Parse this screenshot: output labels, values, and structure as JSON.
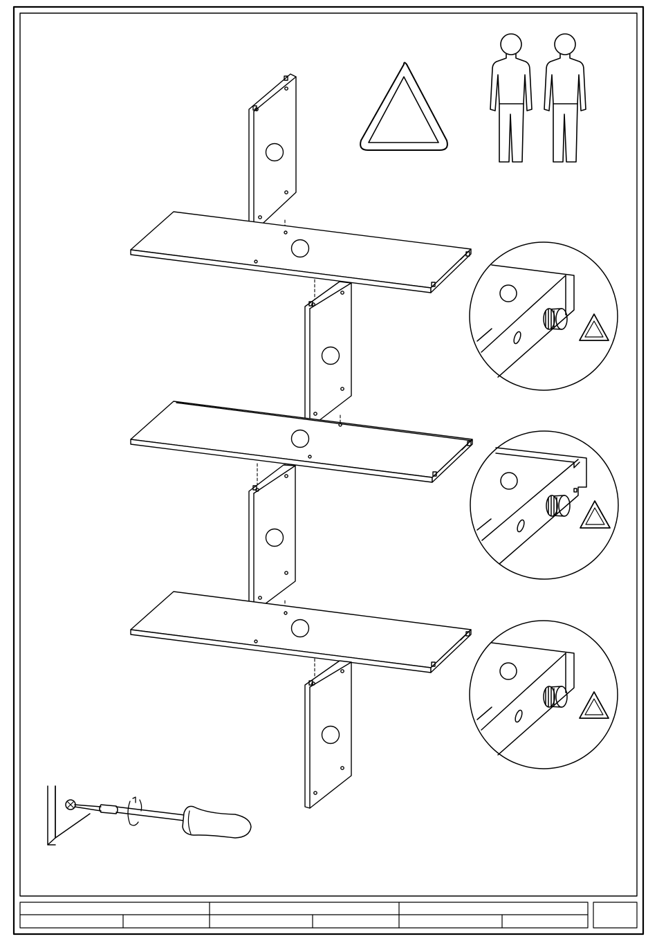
{
  "document": {
    "kind": "assembly-instruction-sheet",
    "text_present": false
  },
  "icons": {
    "attention": "warning-triangle-icon",
    "people": "two-person-assembly-icon",
    "tool": "screwdriver-icon"
  },
  "assembly": {
    "shelves": 3,
    "side_panels": 4,
    "detail_views": 3
  },
  "title_block": {
    "row1": [
      "",
      "",
      "",
      ""
    ],
    "row2": [
      "",
      "",
      "",
      "",
      "",
      ""
    ]
  },
  "colors": {
    "line": "#000000",
    "paper": "#ffffff"
  }
}
